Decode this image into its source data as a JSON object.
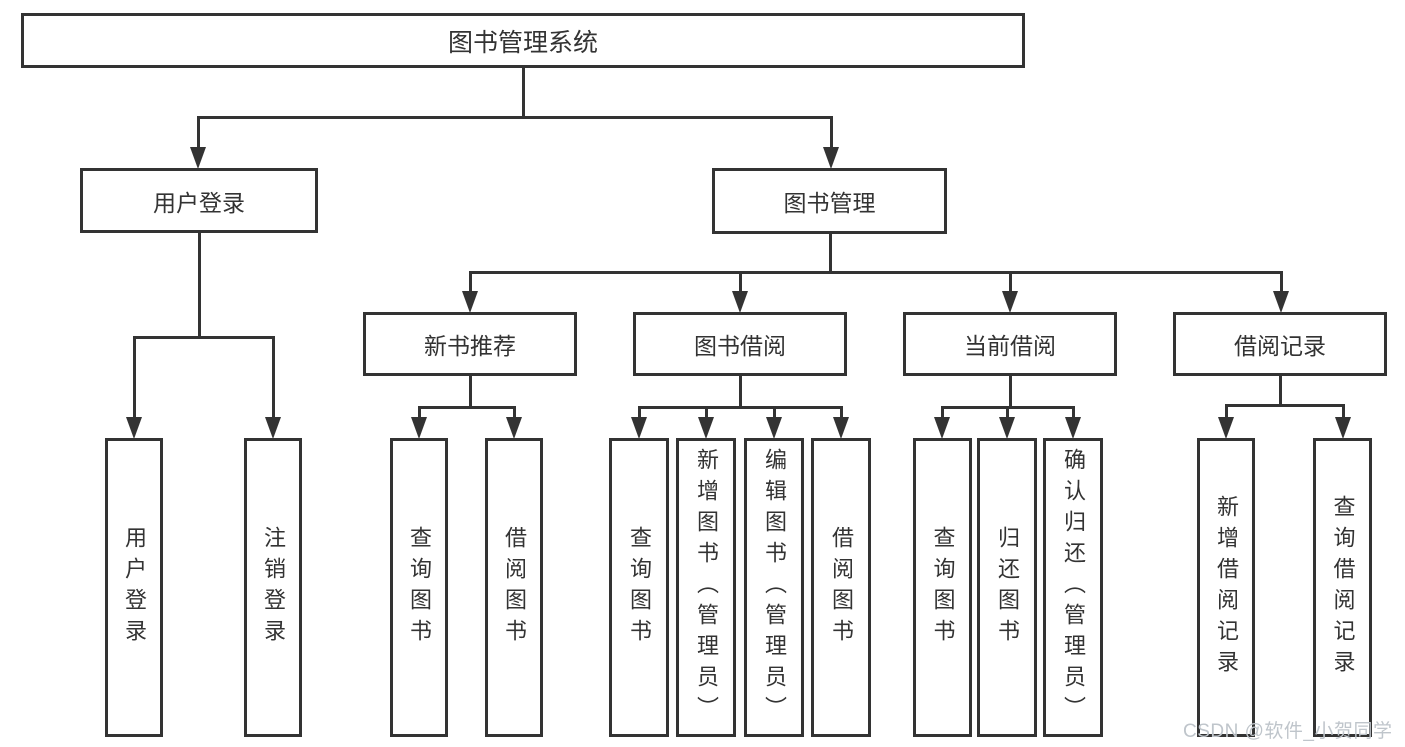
{
  "diagram": {
    "root": {
      "label": "图书管理系统"
    },
    "level2": [
      {
        "label": "用户登录",
        "children": [
          "用户登录",
          "注销登录"
        ]
      },
      {
        "label": "图书管理"
      }
    ],
    "level3": [
      {
        "label": "新书推荐",
        "children": [
          "查询图书",
          "借阅图书"
        ]
      },
      {
        "label": "图书借阅",
        "children": [
          "查询图书",
          "新增图书（管理员）",
          "编辑图书（管理员）",
          "借阅图书"
        ]
      },
      {
        "label": "当前借阅",
        "children": [
          "查询图书",
          "归还图书",
          "确认归还（管理员）"
        ]
      },
      {
        "label": "借阅记录",
        "children": [
          "新增借阅记录",
          "查询借阅记录"
        ]
      }
    ]
  },
  "watermark": "CSDN @软件_小贺同学",
  "colors": {
    "line": "#333333",
    "text": "#333333",
    "box_fill": "#ffffff",
    "background": "#ffffff",
    "watermark": "#bfc5cb"
  }
}
